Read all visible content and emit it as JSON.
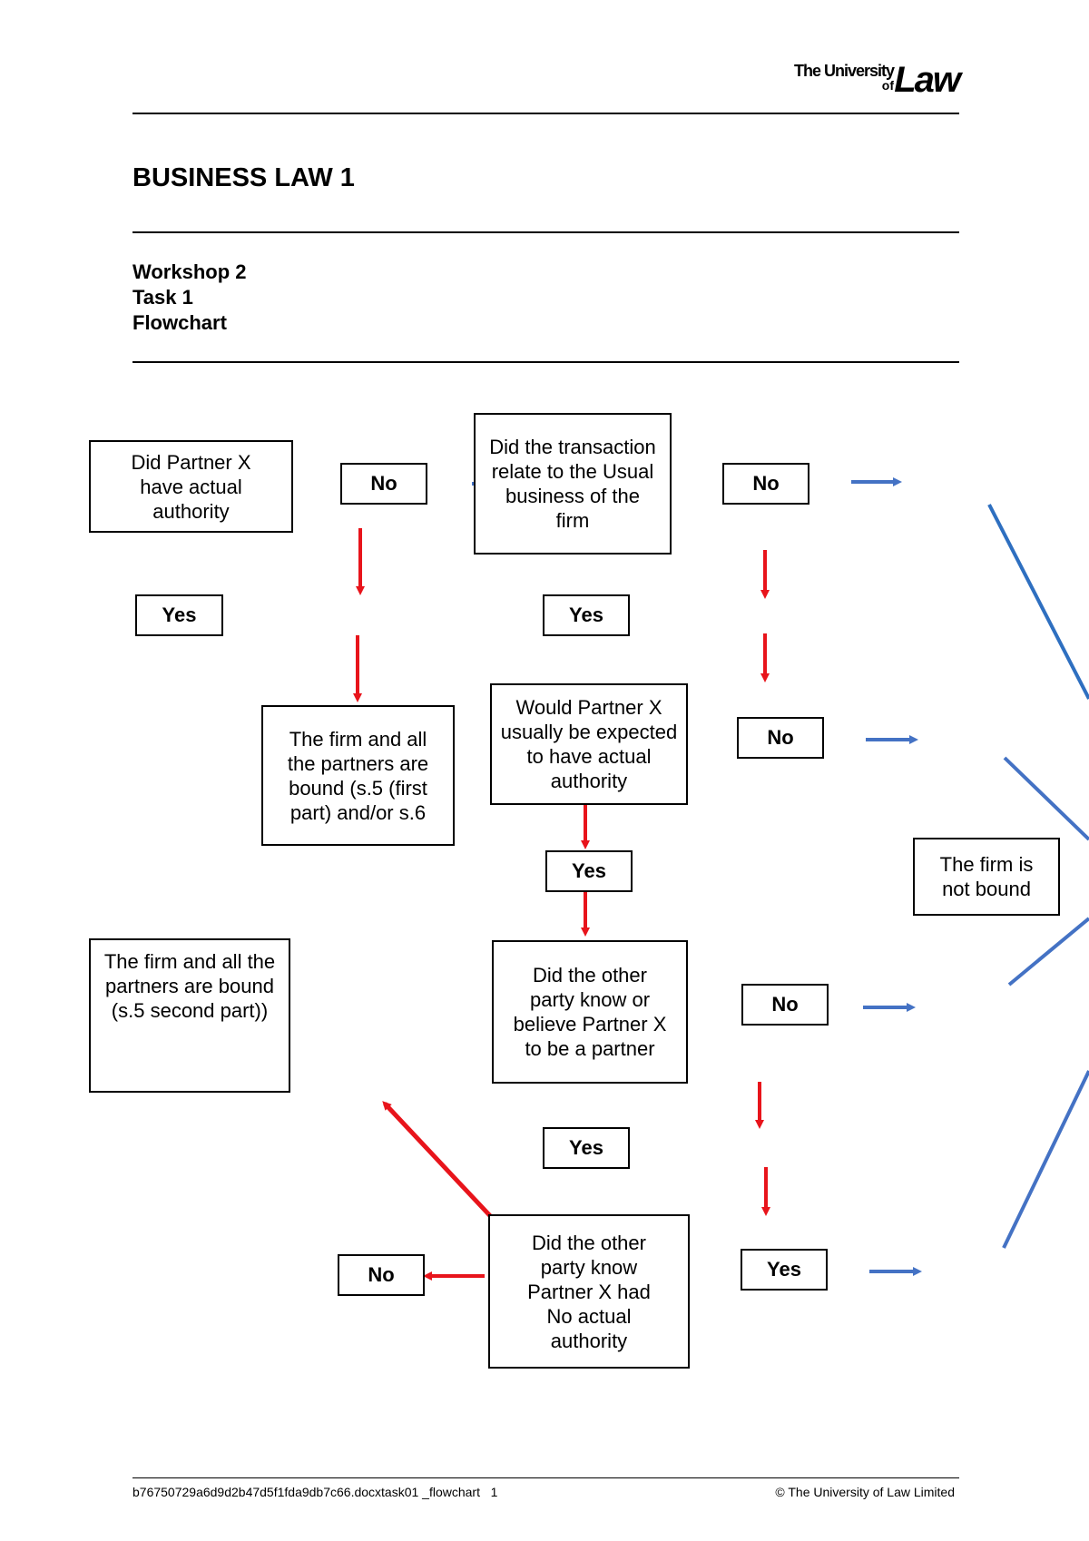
{
  "logo": {
    "line1": "The University",
    "line2": "of",
    "line3": "Law"
  },
  "title": "BUSINESS LAW 1",
  "subtitle": {
    "workshop": "Workshop 2",
    "task": "Task 1",
    "kind": "Flowchart"
  },
  "boxes": {
    "actual_authority": "Did Partner X have actual authority",
    "usual_business": "Did the transaction relate to the Usual business of the firm",
    "expected_authority": "Would Partner X usually be expected to have actual authority",
    "bound_s5_first": "The firm and all the partners are bound (s.5 (first part) and/or s.6",
    "know_partner": "Did the other party know or believe Partner X to be a partner",
    "bound_s5_second": "The firm and all the partners are bound (s.5 second part))",
    "know_no_authority": "Did the other party know Partner X had No actual authority",
    "not_bound": "The firm is not bound"
  },
  "labels": {
    "no": "No",
    "yes": "Yes"
  },
  "colors": {
    "red_arrow": "#e8141b",
    "blue_arrow": "#4472c4",
    "blue_line": "#2e6fc0"
  },
  "footer": {
    "doc_id": "b76750729a6d9d2b47d5f1fda9db7c66.docxtask01 _flowchart",
    "page_number": "1",
    "copyright": "© The University of Law Limited"
  }
}
